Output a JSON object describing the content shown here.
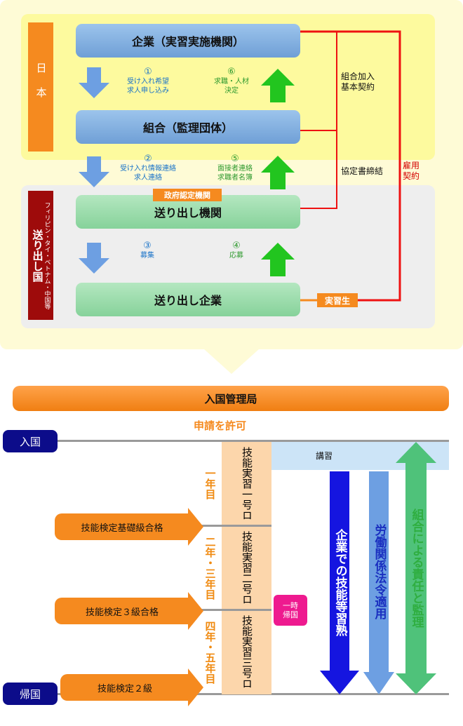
{
  "top": {
    "japan_label": "日本",
    "sending_country_label": "送り出し国",
    "sending_country_sub": "フィリピン・タイ・ベトナム・中国等",
    "company": "企業（実習実施機関）",
    "union": "組合（監理団体）",
    "gov_cert": "政府認定機関",
    "sending_org": "送り出し機関",
    "sending_company": "送り出し企業",
    "trainee": "実習生",
    "union_join": "組合加入\n基本契約",
    "agreement": "協定書締結",
    "employment": "雇用\n契約",
    "steps": [
      {
        "num": "①",
        "text": "受け入れ希望\n求人申し込み"
      },
      {
        "num": "⑥",
        "text": "求職・人材\n決定"
      },
      {
        "num": "②",
        "text": "受け入れ情報連絡\n求人連絡"
      },
      {
        "num": "⑤",
        "text": "面接者連絡\n求職者名簿"
      },
      {
        "num": "③",
        "text": "募集"
      },
      {
        "num": "④",
        "text": "応募"
      }
    ]
  },
  "bottom": {
    "immigration_bureau": "入国管理局",
    "permission": "申請を許可",
    "entry": "入国",
    "return": "帰国",
    "lecture": "講習",
    "years": [
      "一年目",
      "二年・三年目",
      "四年・五年目"
    ],
    "training_types": [
      "技能実習一号ロ",
      "技能実習二号ロ",
      "技能実習三号ロ"
    ],
    "temporary_return": "一時\n帰国",
    "tests": [
      "技能検定基礎級合格",
      "技能検定３級合格",
      "技能検定２級"
    ],
    "arrows": [
      "企業での技能等習熟",
      "労働関係法令適用",
      "組合による責任と監理"
    ]
  },
  "colors": {
    "japan_bg": "#fdfa9e",
    "sending_bg": "#eeeeee",
    "orange": "#f58a1f",
    "red_line": "#ee1111",
    "arrow_blue_dark": "#1515e0",
    "arrow_blue_light": "#6d9fe2",
    "arrow_green": "#4fc27a",
    "arrow_up_green": "#22c51f"
  }
}
